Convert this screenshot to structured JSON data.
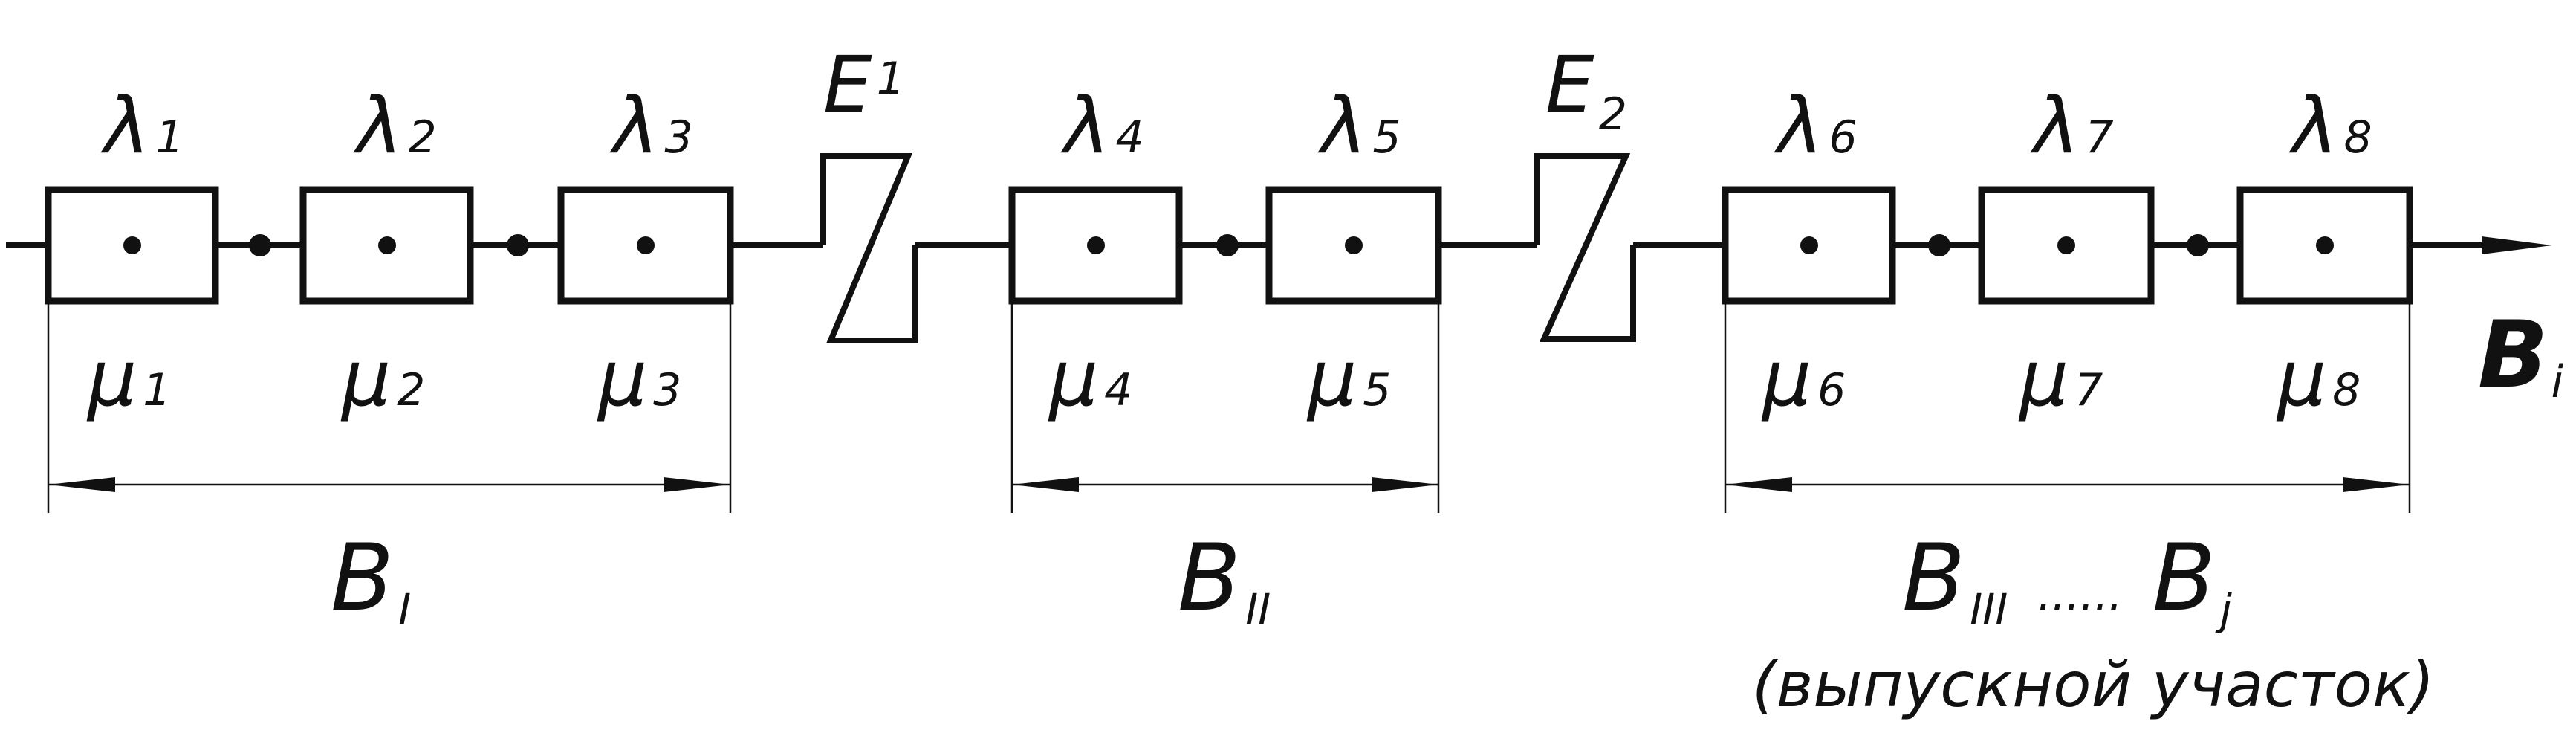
{
  "output_label": {
    "main": "B",
    "sub": "i"
  },
  "blocks": [
    {
      "lambda": {
        "main": "λ",
        "sub": "1"
      },
      "mu": {
        "main": "μ",
        "sub": "1"
      }
    },
    {
      "lambda": {
        "main": "λ",
        "sub": "2"
      },
      "mu": {
        "main": "μ",
        "sub": "2"
      }
    },
    {
      "lambda": {
        "main": "λ",
        "sub": "3"
      },
      "mu": {
        "main": "μ",
        "sub": "3"
      }
    },
    {
      "lambda": {
        "main": "λ",
        "sub": "4"
      },
      "mu": {
        "main": "μ",
        "sub": "4"
      }
    },
    {
      "lambda": {
        "main": "λ",
        "sub": "5"
      },
      "mu": {
        "main": "μ",
        "sub": "5"
      }
    },
    {
      "lambda": {
        "main": "λ",
        "sub": "6"
      },
      "mu": {
        "main": "μ",
        "sub": "6"
      }
    },
    {
      "lambda": {
        "main": "λ",
        "sub": "7"
      },
      "mu": {
        "main": "μ",
        "sub": "7"
      }
    },
    {
      "lambda": {
        "main": "λ",
        "sub": "8"
      },
      "mu": {
        "main": "μ",
        "sub": "8"
      }
    }
  ],
  "buffers": [
    {
      "main": "E",
      "sub": "1"
    },
    {
      "main": "E",
      "sub": "2"
    }
  ],
  "sections": [
    {
      "main": "B",
      "sub": "I"
    },
    {
      "main": "B",
      "sub": "II"
    },
    {
      "main": "B",
      "sub": "III",
      "dots": "......",
      "main2": "B",
      "sub2": "j"
    }
  ],
  "note": "(выпускной участок)"
}
